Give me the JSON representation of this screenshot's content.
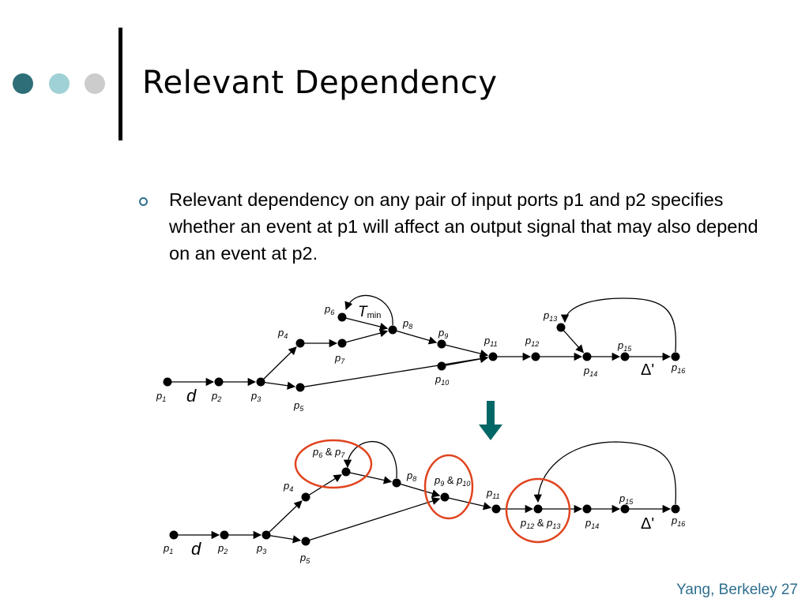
{
  "slide": {
    "title": "Relevant Dependency",
    "bullet": "Relevant dependency on any pair of input ports p1 and p2 specifies whether an event at p1 will affect an output signal that may also depend on an event at p2.",
    "footer": "Yang, Berkeley 27"
  },
  "decor": {
    "dot_colors": [
      "#2e6e78",
      "#9fd1d6",
      "#cccccc"
    ],
    "arrow_color": "#006666",
    "highlight_color": "#e0441f"
  },
  "top_graph": {
    "nodes": [
      {
        "id": "p1",
        "label": "p",
        "sub": "1"
      },
      {
        "id": "p2",
        "label": "p",
        "sub": "2"
      },
      {
        "id": "p3",
        "label": "p",
        "sub": "3"
      },
      {
        "id": "p4",
        "label": "p",
        "sub": "4"
      },
      {
        "id": "p5",
        "label": "p",
        "sub": "5"
      },
      {
        "id": "p6",
        "label": "p",
        "sub": "6"
      },
      {
        "id": "p7",
        "label": "p",
        "sub": "7"
      },
      {
        "id": "p8",
        "label": "p",
        "sub": "8"
      },
      {
        "id": "p9",
        "label": "p",
        "sub": "9"
      },
      {
        "id": "p10",
        "label": "p",
        "sub": "10"
      },
      {
        "id": "p11",
        "label": "p",
        "sub": "11"
      },
      {
        "id": "p12",
        "label": "p",
        "sub": "12"
      },
      {
        "id": "p13",
        "label": "p",
        "sub": "13"
      },
      {
        "id": "p14",
        "label": "p",
        "sub": "14"
      },
      {
        "id": "p15",
        "label": "p",
        "sub": "15"
      },
      {
        "id": "p16",
        "label": "p",
        "sub": "16"
      }
    ],
    "edge_labels": [
      {
        "text": "d"
      },
      {
        "text": "T",
        "sub": "min"
      },
      {
        "text": "Δ'"
      }
    ]
  },
  "bottom_graph": {
    "nodes": [
      {
        "id": "q1",
        "label": "p",
        "sub": "1"
      },
      {
        "id": "q2",
        "label": "p",
        "sub": "2"
      },
      {
        "id": "q3",
        "label": "p",
        "sub": "3"
      },
      {
        "id": "q4",
        "label": "p",
        "sub": "4"
      },
      {
        "id": "q5",
        "label": "p",
        "sub": "5"
      },
      {
        "id": "q67",
        "label": "p",
        "sub": "6",
        "joiner": " & ",
        "label2": "p",
        "sub2": "7"
      },
      {
        "id": "q8",
        "label": "p",
        "sub": "8"
      },
      {
        "id": "q910",
        "label": "p",
        "sub": "9",
        "joiner": " & ",
        "label2": "p",
        "sub2": "10"
      },
      {
        "id": "q11",
        "label": "p",
        "sub": "11"
      },
      {
        "id": "q1213",
        "label": "p",
        "sub": "12",
        "joiner": " & ",
        "label2": "p",
        "sub2": "13"
      },
      {
        "id": "q14",
        "label": "p",
        "sub": "14"
      },
      {
        "id": "q15",
        "label": "p",
        "sub": "15"
      },
      {
        "id": "q16",
        "label": "p",
        "sub": "16"
      }
    ],
    "edge_labels": [
      {
        "text": "d"
      },
      {
        "text": "Δ'"
      }
    ]
  }
}
